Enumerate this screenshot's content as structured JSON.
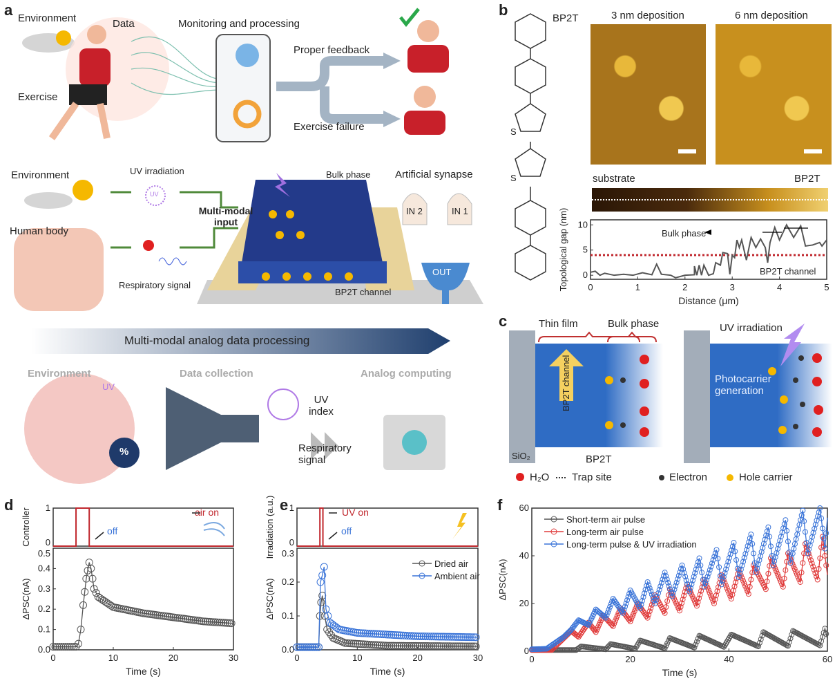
{
  "panels": {
    "a": "a",
    "b": "b",
    "c": "c",
    "d": "d",
    "e": "e",
    "f": "f"
  },
  "a": {
    "top": {
      "environment": "Environment",
      "data": "Data",
      "monitoring": "Monitoring and processing",
      "exercise": "Exercise",
      "proper_feedback": "Proper feedback",
      "exercise_failure": "Exercise failure"
    },
    "mid": {
      "environment": "Environment",
      "uv_irradiation": "UV irradiation",
      "uv_badge": "UV",
      "human_body": "Human body",
      "respiratory_signal": "Respiratory signal",
      "multimodal_input": "Multi-modal input",
      "bulk_phase": "Bulk phase",
      "bp2t_channel": "BP2T channel",
      "artificial_synapse": "Artificial synapse",
      "in2": "IN 2",
      "in1": "IN 1",
      "out": "OUT"
    },
    "banner": "Multi-modal analog data processing",
    "bottom": {
      "environment": "Environment",
      "data_collection": "Data collection",
      "analog_computing": "Analog computing",
      "uv_index": "UV index",
      "respiratory_signal": "Respiratory signal",
      "uv_badge": "UV",
      "percent": "%"
    }
  },
  "b": {
    "molecule": "BP2T",
    "sulfur": "S",
    "afm_3nm": "3 nm deposition",
    "afm_6nm": "6 nm deposition",
    "substrate": "substrate",
    "bp2t": "BP2T",
    "bulk_phase": "Bulk phase",
    "channel": "BP2T channel"
  },
  "c": {
    "thin_film": "Thin film",
    "bulk_phase": "Bulk phase",
    "channel": "BP2T channel",
    "sio2": "SiO₂",
    "bp2t": "BP2T",
    "uv": "UV irradiation",
    "photocarrier": "Photocarrier generation",
    "legend": {
      "h2o": "H₂O",
      "trap": "Trap site",
      "electron": "Electron",
      "hole": "Hole carrier"
    }
  },
  "colors": {
    "red": "#c0272d",
    "blue": "#3a74d8",
    "gray": "#555555",
    "channel_blue": "#2f6cc4",
    "hole": "#f5b800"
  },
  "chart_data": [
    {
      "id": "b-profile",
      "type": "line",
      "xlabel": "Distance (μm)",
      "ylabel": "Topological gap (nm)",
      "xlim": [
        0,
        5
      ],
      "ylim": [
        -0.8,
        11
      ],
      "xticks": [
        0,
        1,
        2,
        3,
        4,
        5
      ],
      "yticks": [
        0,
        5,
        10
      ],
      "threshold": 4,
      "series": [
        {
          "name": "profile",
          "color": "#555555",
          "points": [
            [
              0,
              0.6
            ],
            [
              0.1,
              0.8
            ],
            [
              0.2,
              0
            ],
            [
              0.3,
              0.4
            ],
            [
              0.5,
              0
            ],
            [
              0.7,
              0.2
            ],
            [
              0.9,
              0
            ],
            [
              1.1,
              0.5
            ],
            [
              1.3,
              0.1
            ],
            [
              1.4,
              2.2
            ],
            [
              1.5,
              0.2
            ],
            [
              1.7,
              0
            ],
            [
              1.8,
              -0.5
            ],
            [
              2.0,
              0
            ],
            [
              2.2,
              0.1
            ],
            [
              2.2,
              1.8
            ],
            [
              2.25,
              0
            ],
            [
              2.3,
              2
            ],
            [
              2.35,
              0
            ],
            [
              2.4,
              2
            ],
            [
              2.5,
              0
            ],
            [
              2.6,
              0.3
            ],
            [
              2.65,
              2.5
            ],
            [
              2.75,
              2
            ],
            [
              2.8,
              4.5
            ],
            [
              2.9,
              4.3
            ],
            [
              2.95,
              0.2
            ],
            [
              3.0,
              4
            ],
            [
              3.05,
              3.5
            ],
            [
              3.1,
              7
            ],
            [
              3.15,
              5.5
            ],
            [
              3.2,
              7
            ],
            [
              3.3,
              3
            ],
            [
              3.4,
              7.5
            ],
            [
              3.5,
              5.5
            ],
            [
              3.6,
              7.2
            ],
            [
              3.7,
              5.5
            ],
            [
              3.75,
              2.5
            ],
            [
              3.8,
              6.5
            ],
            [
              3.9,
              9.5
            ],
            [
              4.0,
              7
            ],
            [
              4.15,
              10
            ],
            [
              4.3,
              7.5
            ],
            [
              4.45,
              9.8
            ],
            [
              4.55,
              5.8
            ],
            [
              4.7,
              6
            ],
            [
              4.85,
              6.5
            ],
            [
              4.9,
              5.8
            ],
            [
              5.0,
              7
            ]
          ]
        }
      ]
    },
    {
      "id": "d-controller",
      "type": "line",
      "ylabel": "Controller",
      "xlim": [
        0,
        30
      ],
      "ylim": [
        0,
        1
      ],
      "yticks": [
        0,
        1
      ],
      "annotations": [
        "air on",
        "off"
      ],
      "series": [
        {
          "name": "controller",
          "color": "#c0272d",
          "points": [
            [
              0,
              0
            ],
            [
              3.8,
              0
            ],
            [
              3.8,
              1
            ],
            [
              6,
              1
            ],
            [
              6,
              0
            ],
            [
              30,
              0
            ]
          ]
        }
      ]
    },
    {
      "id": "d-psc",
      "type": "scatter",
      "xlabel": "Time (s)",
      "ylabel": "ΔPSC(nA)",
      "xlim": [
        0,
        30
      ],
      "ylim": [
        0,
        0.5
      ],
      "xticks": [
        0,
        10,
        20,
        30
      ],
      "yticks": [
        0.0,
        0.1,
        0.2,
        0.3,
        0.4,
        0.5
      ],
      "series": [
        {
          "name": "ΔPSC",
          "color": "#555555",
          "points": [
            [
              0,
              0.015
            ],
            [
              3.8,
              0.015
            ],
            [
              4.2,
              0.03
            ],
            [
              4.6,
              0.1
            ],
            [
              5,
              0.22
            ],
            [
              5.5,
              0.35
            ],
            [
              6,
              0.43
            ],
            [
              6.3,
              0.4
            ],
            [
              6.8,
              0.3
            ],
            [
              7.5,
              0.26
            ],
            [
              10,
              0.21
            ],
            [
              15,
              0.18
            ],
            [
              20,
              0.16
            ],
            [
              25,
              0.14
            ],
            [
              30,
              0.13
            ]
          ]
        }
      ]
    },
    {
      "id": "e-irradiation",
      "type": "line",
      "ylabel": "Irradiation (a.u.)",
      "xlim": [
        0,
        30
      ],
      "ylim": [
        0,
        1
      ],
      "yticks": [
        0,
        1
      ],
      "annotations": [
        "UV on",
        "off"
      ],
      "series": [
        {
          "name": "UV",
          "color": "#c0272d",
          "points": [
            [
              0,
              0
            ],
            [
              3.8,
              0
            ],
            [
              3.8,
              1
            ],
            [
              4.3,
              1
            ],
            [
              4.3,
              0
            ],
            [
              30,
              0
            ]
          ]
        }
      ]
    },
    {
      "id": "e-psc",
      "type": "scatter",
      "xlabel": "Time (s)",
      "ylabel": "ΔPSC(nA)",
      "xlim": [
        0,
        30
      ],
      "ylim": [
        0,
        0.3
      ],
      "xticks": [
        0,
        10,
        20,
        30
      ],
      "yticks": [
        0.0,
        0.1,
        0.2,
        0.3
      ],
      "legend": "top-right",
      "series": [
        {
          "name": "Dried air",
          "color": "#555555",
          "points": [
            [
              0,
              0.008
            ],
            [
              3.6,
              0.008
            ],
            [
              3.8,
              0.1
            ],
            [
              4.0,
              0.14
            ],
            [
              4.2,
              0.16
            ],
            [
              4.6,
              0.1
            ],
            [
              5,
              0.06
            ],
            [
              6,
              0.035
            ],
            [
              8,
              0.02
            ],
            [
              15,
              0.012
            ],
            [
              30,
              0.01
            ]
          ]
        },
        {
          "name": "Ambient air",
          "color": "#3a74d8",
          "points": [
            [
              0,
              0.008
            ],
            [
              3.6,
              0.008
            ],
            [
              3.9,
              0.2
            ],
            [
              4.2,
              0.22
            ],
            [
              4.5,
              0.245
            ],
            [
              4.8,
              0.12
            ],
            [
              5.5,
              0.08
            ],
            [
              7,
              0.06
            ],
            [
              10,
              0.05
            ],
            [
              20,
              0.04
            ],
            [
              30,
              0.037
            ]
          ]
        }
      ]
    },
    {
      "id": "f-psc",
      "type": "scatter",
      "xlabel": "Time (s)",
      "ylabel": "ΔPSC(nA)",
      "xlim": [
        0,
        60
      ],
      "ylim": [
        0,
        60
      ],
      "xticks": [
        0,
        20,
        40,
        60
      ],
      "yticks": [
        0,
        20,
        40,
        60
      ],
      "legend": "top-left",
      "series": [
        {
          "name": "Short-term air pulse",
          "color": "#555555",
          "points": [
            [
              0,
              0.5
            ],
            [
              9,
              0.5
            ],
            [
              10,
              2
            ],
            [
              15,
              0.8
            ],
            [
              16,
              3
            ],
            [
              21,
              1
            ],
            [
              22,
              4.5
            ],
            [
              27,
              1.2
            ],
            [
              28,
              5.5
            ],
            [
              33,
              1.5
            ],
            [
              34,
              6.5
            ],
            [
              39,
              1.8
            ],
            [
              40.5,
              7
            ],
            [
              46,
              2
            ],
            [
              47,
              8
            ],
            [
              52,
              2.2
            ],
            [
              53,
              8.5
            ],
            [
              58.5,
              2.4
            ],
            [
              59.5,
              9.5
            ],
            [
              60,
              5
            ]
          ]
        },
        {
          "name": "Long-term air pulse",
          "color": "#e03b3b",
          "points": [
            [
              0,
              0.5
            ],
            [
              4,
              0.5
            ],
            [
              8,
              8.5
            ],
            [
              9.5,
              6
            ],
            [
              11.5,
              12
            ],
            [
              13,
              8
            ],
            [
              14.5,
              15
            ],
            [
              16.5,
              10.5
            ],
            [
              18,
              18
            ],
            [
              20,
              12.5
            ],
            [
              21.5,
              20
            ],
            [
              23.5,
              14
            ],
            [
              25,
              23.5
            ],
            [
              27,
              16
            ],
            [
              28,
              26
            ],
            [
              30,
              17
            ],
            [
              31.5,
              28
            ],
            [
              33.5,
              19
            ],
            [
              35,
              30
            ],
            [
              37,
              20
            ],
            [
              38.5,
              32
            ],
            [
              40.5,
              22
            ],
            [
              42,
              34
            ],
            [
              44,
              24
            ],
            [
              45,
              36
            ],
            [
              47.5,
              26
            ],
            [
              48.5,
              39
            ],
            [
              51,
              27
            ],
            [
              52,
              41
            ],
            [
              54.5,
              29
            ],
            [
              55.5,
              45
            ],
            [
              58,
              30
            ],
            [
              59,
              48
            ],
            [
              60,
              32
            ]
          ]
        },
        {
          "name": "Long-term pulse & UV irradiation",
          "color": "#3a74d8",
          "points": [
            [
              0,
              0.8
            ],
            [
              3,
              1
            ],
            [
              6.5,
              6
            ],
            [
              8,
              9
            ],
            [
              9.5,
              13
            ],
            [
              11.5,
              11
            ],
            [
              13,
              17.5
            ],
            [
              15,
              14
            ],
            [
              16.5,
              22
            ],
            [
              18.5,
              16
            ],
            [
              20,
              25.5
            ],
            [
              22,
              18
            ],
            [
              23.5,
              29
            ],
            [
              25,
              20
            ],
            [
              27,
              33
            ],
            [
              28.5,
              23
            ],
            [
              30.5,
              36
            ],
            [
              32,
              25
            ],
            [
              34,
              39
            ],
            [
              35,
              27
            ],
            [
              37.5,
              42.5
            ],
            [
              38.5,
              28
            ],
            [
              41,
              45.5
            ],
            [
              42,
              31
            ],
            [
              44.5,
              49
            ],
            [
              45.5,
              33
            ],
            [
              48,
              52
            ],
            [
              49,
              36
            ],
            [
              51.5,
              55
            ],
            [
              52.5,
              37
            ],
            [
              55,
              59
            ],
            [
              56,
              41
            ],
            [
              58.5,
              60
            ],
            [
              59.5,
              43
            ],
            [
              60,
              56
            ]
          ]
        }
      ]
    }
  ]
}
